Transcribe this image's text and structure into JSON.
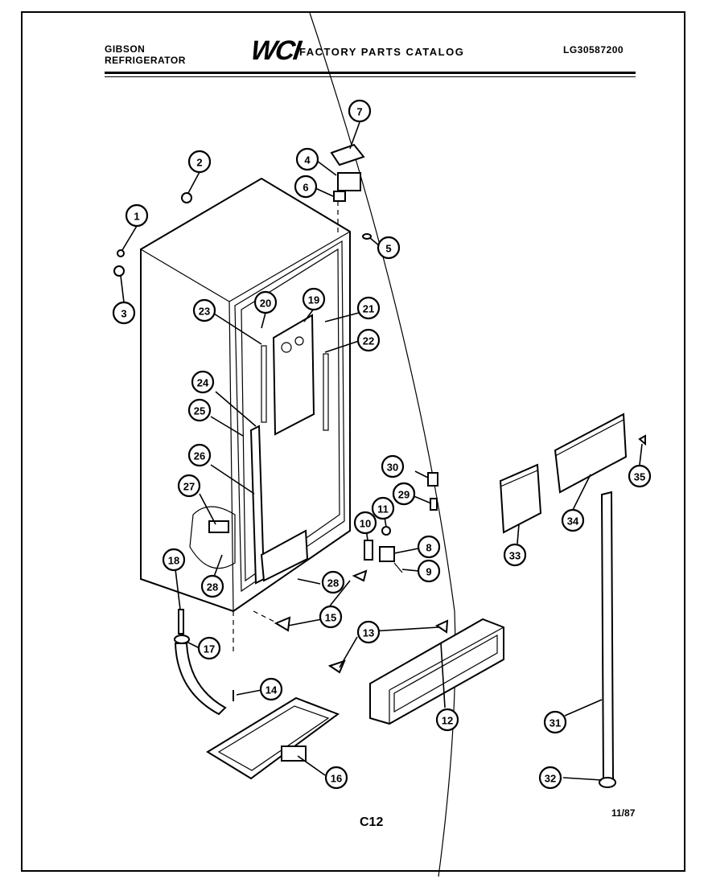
{
  "header": {
    "brand_line1": "GIBSON",
    "brand_line2": "REFRIGERATOR",
    "logo": "WCI",
    "catalog_title": "FACTORY PARTS CATALOG",
    "model_number": "LG30587200"
  },
  "footer": {
    "page_code": "C12",
    "date": "11/87"
  },
  "callouts": [
    "1",
    "2",
    "3",
    "4",
    "5",
    "6",
    "7",
    "8",
    "9",
    "10",
    "11",
    "12",
    "13",
    "14",
    "15",
    "16",
    "17",
    "18",
    "19",
    "20",
    "20",
    "20",
    "21",
    "22",
    "23",
    "24",
    "25",
    "26",
    "27",
    "28",
    "28",
    "29",
    "30",
    "31",
    "32",
    "33",
    "34",
    "35"
  ]
}
